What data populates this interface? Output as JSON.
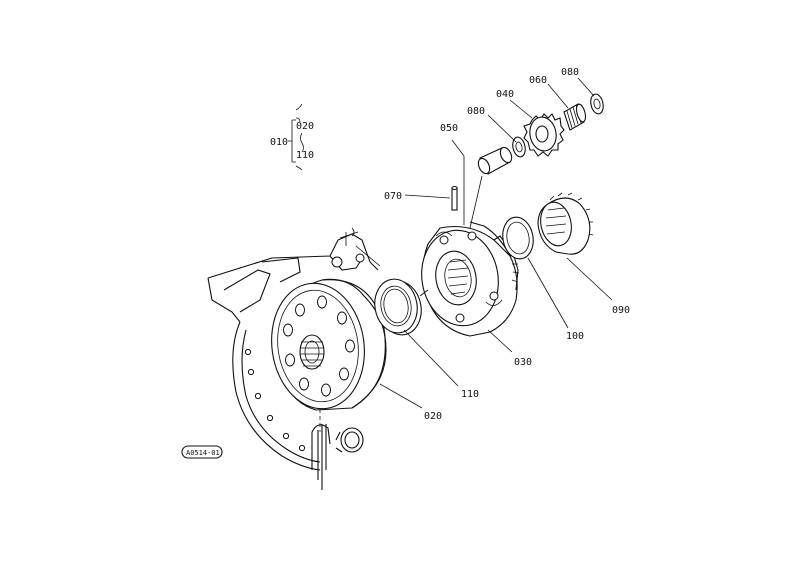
{
  "legend": {
    "parent": "010",
    "children": [
      "020",
      "110"
    ]
  },
  "callouts": {
    "p020_hub": "020",
    "p030": "030",
    "p040": "040",
    "p050": "050",
    "p060": "060",
    "p070": "070",
    "p080_a": "080",
    "p080_b": "080",
    "p090": "090",
    "p100": "100",
    "p110": "110"
  },
  "stamp": "A0514-01"
}
